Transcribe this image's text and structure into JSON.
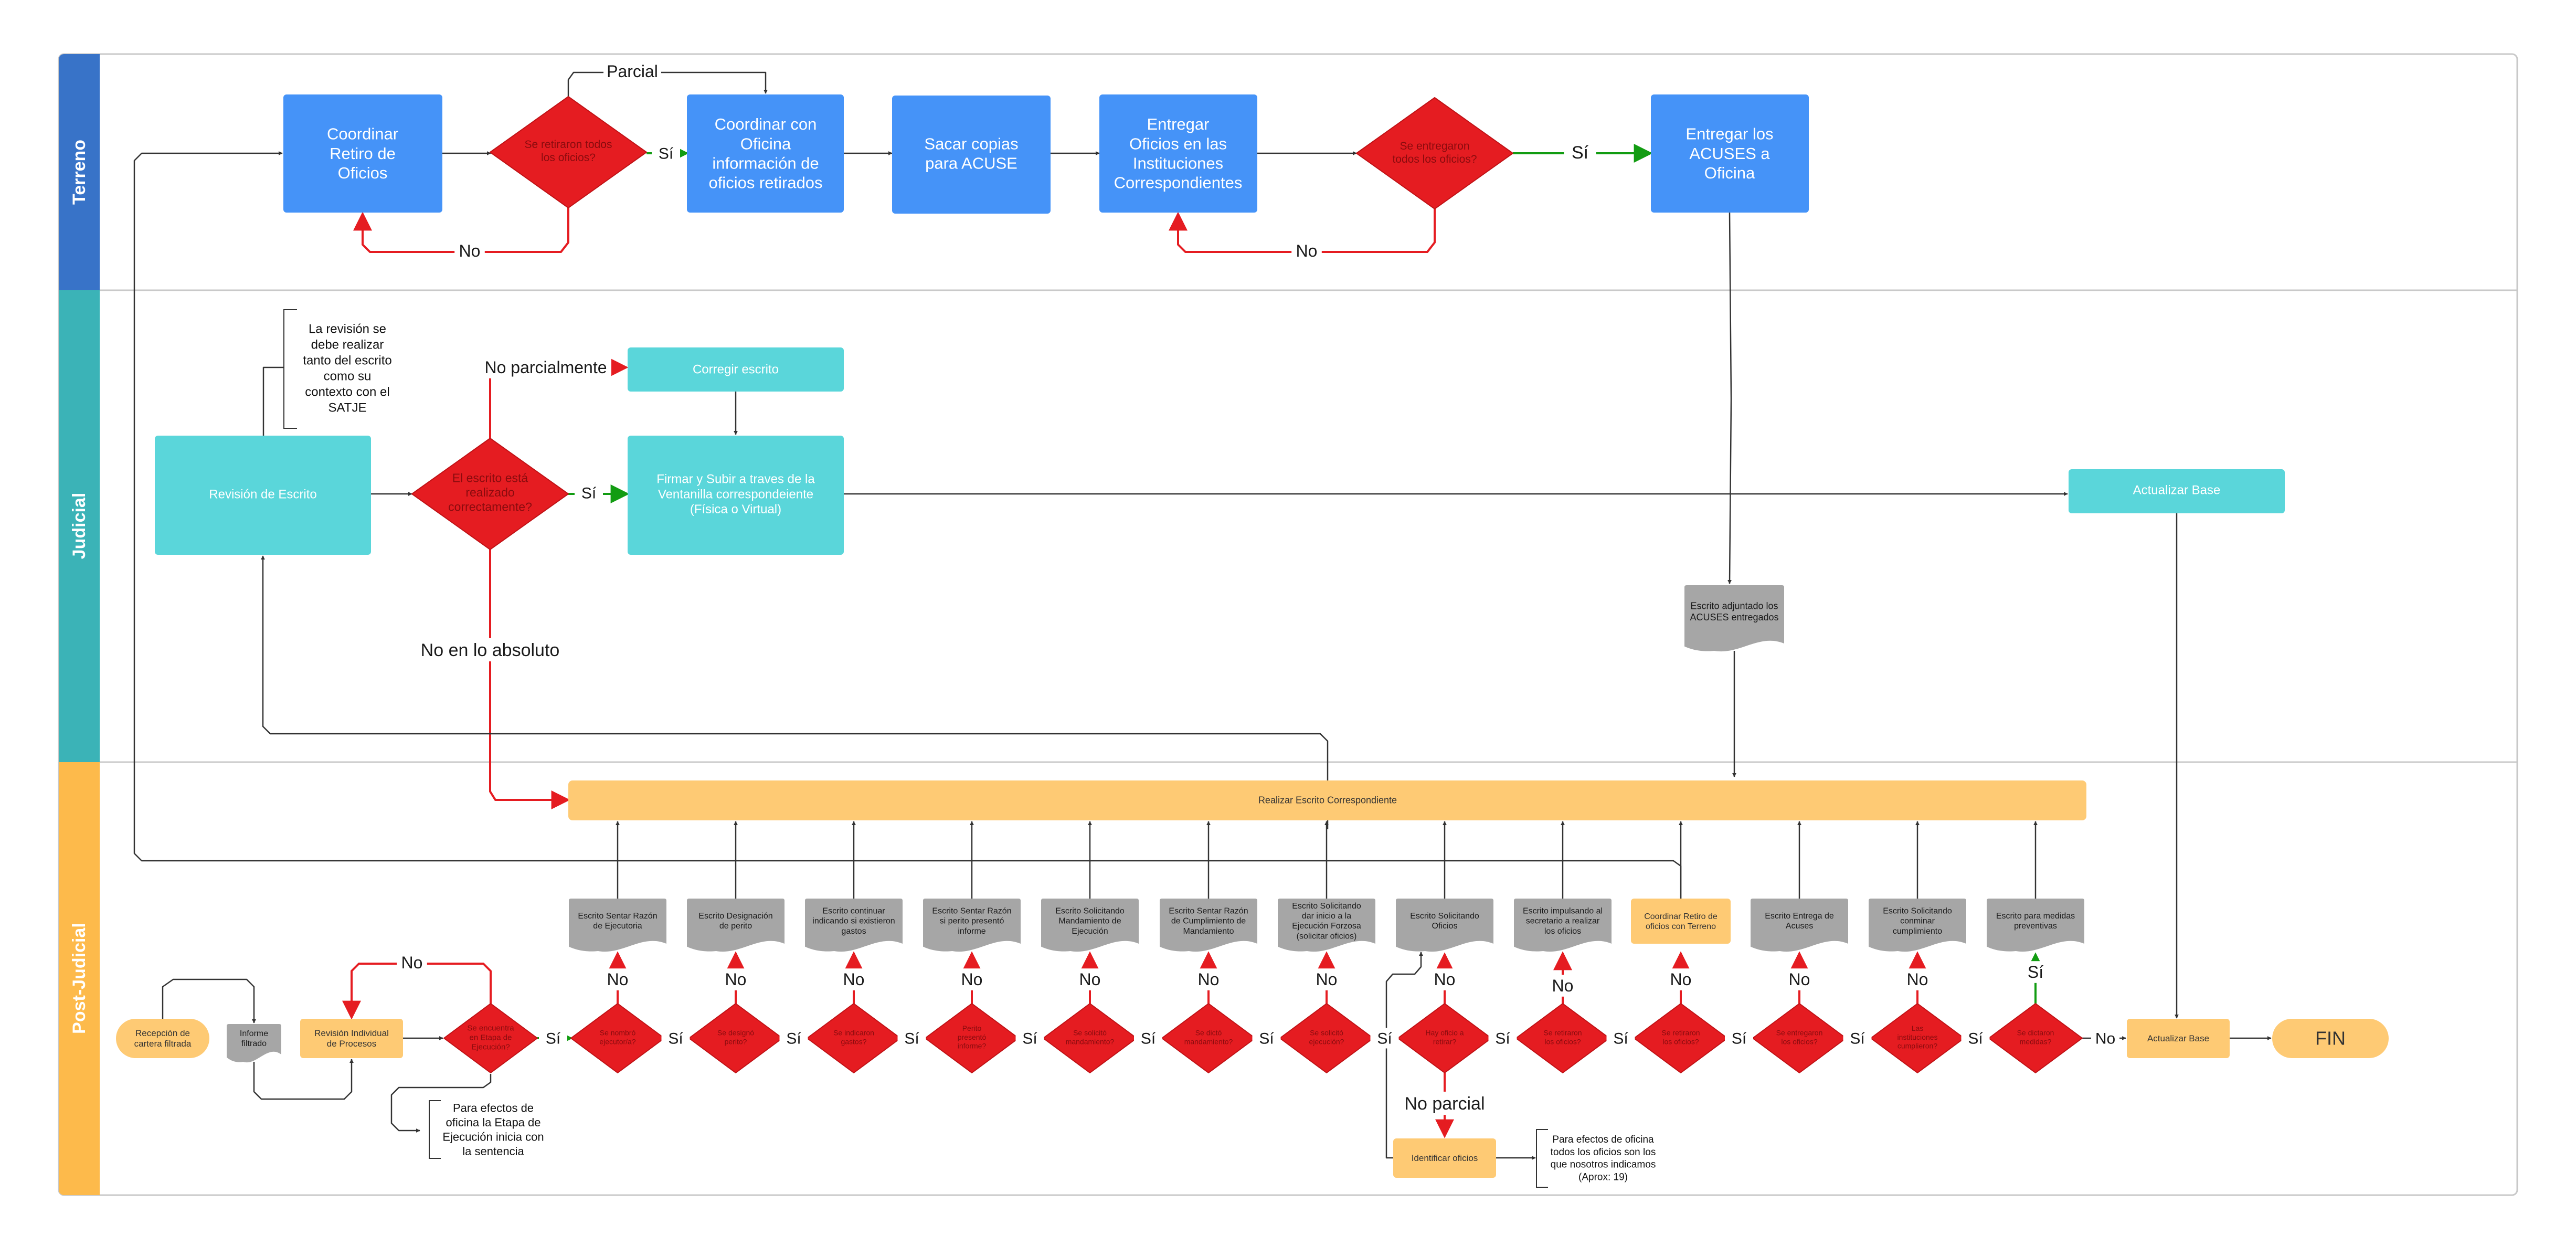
{
  "lanes": {
    "terreno": "Terreno",
    "judicial": "Judicial",
    "postjudicial": "Post-Judicial"
  },
  "colors": {
    "terreno_header": "#3873C8",
    "judicial_header": "#3BB3B7",
    "postjudicial_header": "#FDBA4B",
    "process_blue": "#4593F8",
    "process_teal": "#5AD6DA",
    "process_orange": "#FECA74",
    "decision_red": "#E51C21",
    "document_gray": "#A6A6A6",
    "flow_red": "#E51C21",
    "flow_green": "#129C12",
    "flow_dark": "#333333"
  },
  "terreno": {
    "coordinar_retiro": "Coordinar\nRetiro de\nOficios",
    "d_retiraron": "Se retiraron todos\nlos oficios?",
    "coordinar_oficina": "Coordinar con\nOficina\ninformación de\noficios retirados",
    "sacar_copias": "Sacar copias\npara ACUSE",
    "entregar_oficios": "Entregar\nOficios en las\nInstituciones\nCorrespondientes",
    "d_entregaron": "Se entregaron\ntodos los oficios?",
    "entregar_acuses": "Entregar los\nACUSES a\nOficina",
    "lbl_parcial": "Parcial",
    "lbl_si_1": "Sí",
    "lbl_no_1": "No",
    "lbl_si_2": "Sí",
    "lbl_no_2": "No"
  },
  "judicial": {
    "nota_revision": "La revisión se\ndebe realizar\ntanto del escrito\ncomo su\ncontexto con el\nSATJE",
    "revision_escrito": "Revisión de Escrito",
    "d_escrito": "El escrito está\nrealizado\ncorrectamente?",
    "corregir_escrito": "Corregir escrito",
    "firmar_subir": "Firmar y Subir a traves de la\nVentanilla correspondeiente\n(Física o Virtual)",
    "actualizar_base": "Actualizar Base",
    "escrito_adjuntado": "Escrito adjuntado los\nACUSES entregados",
    "lbl_no_parcialmente": "No parcialmente",
    "lbl_si": "Sí",
    "lbl_no_absoluto": "No en lo absoluto"
  },
  "postjudicial": {
    "realizar_escrito": "Realizar Escrito Correspondiente",
    "recepcion": "Recepción de\ncartera filtrada",
    "informe_filtrado": "Informe\nfiltrado",
    "revision_individual": "Revisión Individual\nde Procesos",
    "d_etapa": "Se encuentra\nen Etapa de\nEjecución?",
    "lbl_no_top": "No",
    "nota_etapa": "Para efectos de\noficina la Etapa de\nEjecución inicia con\nla sentencia",
    "chain": [
      {
        "diamond": "Se nombró\nejecutor/a?",
        "doc": "Escrito Sentar Razón\nde Ejecutoria"
      },
      {
        "diamond": "Se designó\nperito?",
        "doc": "Escrito Designación\nde perito"
      },
      {
        "diamond": "Se indicaron\ngastos?",
        "doc": "Escrito continuar\nindicando si existieron\ngastos"
      },
      {
        "diamond": "Perito\npresentó\ninforme?",
        "doc": "Escrito Sentar Razón\nsi perito presentó\ninforme"
      },
      {
        "diamond": "Se solicitó\nmandamiento?",
        "doc": "Escrito Solicitando\nMandamiento de\nEjecución"
      },
      {
        "diamond": "Se dictó\nmandamiento?",
        "doc": "Escrito Sentar Razón\nde Cumplimiento de\nMandamiento"
      },
      {
        "diamond": "Se solicitó\nejecución?",
        "doc": "Escrito Solicitando\ndar inicio a la\nEjecución Forzosa\n(solicitar oficios)"
      },
      {
        "diamond": "Hay oficio a\nretirar?",
        "doc": "Escrito Solicitando\nOficios"
      },
      {
        "diamond": "Se retiraron\nlos oficios?",
        "doc": "Escrito impulsando al\nsecretario a realizar\nlos oficios"
      },
      {
        "diamond": "Se retiraron\nlos oficios?",
        "doc": "Coordinar Retiro de\noficios con Terreno"
      },
      {
        "diamond": "Se entregaron\nlos oficios?",
        "doc": "Escrito Entrega de\nAcuses"
      },
      {
        "diamond": "Las\ninstituciones\ncumplieron?",
        "doc": "Escrito Solicitando\nconminar\ncumplimiento"
      },
      {
        "diamond": "Se dictaron\nmedidas?",
        "doc": "Escrito para medidas\npreventivas"
      }
    ],
    "lbl_si": "Sí",
    "lbl_no": "No",
    "lbl_no_parcial": "No parcial",
    "identificar_oficios": "Identificar oficios",
    "nota_oficios": "Para efectos de oficina\ntodos los oficios son los\nque nosotros indicamos\n(Aprox: 19)",
    "actualizar_base": "Actualizar Base",
    "fin": "FIN"
  }
}
